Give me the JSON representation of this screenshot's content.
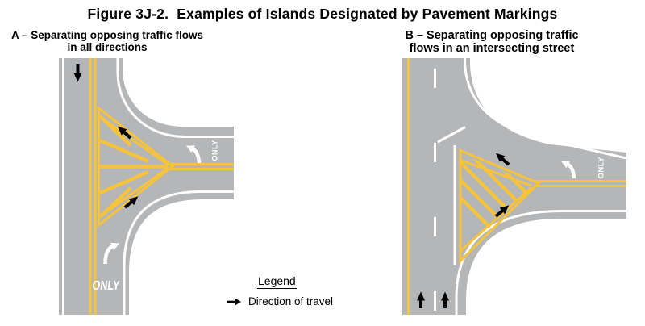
{
  "title": "Figure 3J-2.  Examples of Islands Designated by Pavement Markings",
  "panel_a": {
    "heading_line1": "A – Separating opposing traffic flows",
    "heading_line2": "in all directions",
    "branch_only_label": "ONLY",
    "approach_only_label": "ONLY"
  },
  "panel_b": {
    "heading_line1": "B – Separating opposing traffic",
    "heading_line2": "flows in an intersecting street",
    "branch_only_label": "ONLY"
  },
  "legend": {
    "title": "Legend",
    "items": [
      {
        "symbol": "arrow-right",
        "label": "Direction of travel"
      }
    ]
  },
  "colors": {
    "road": "#b4b6b8",
    "yellow": "#f6c33c",
    "white": "#ffffff",
    "ink": "#000000"
  }
}
